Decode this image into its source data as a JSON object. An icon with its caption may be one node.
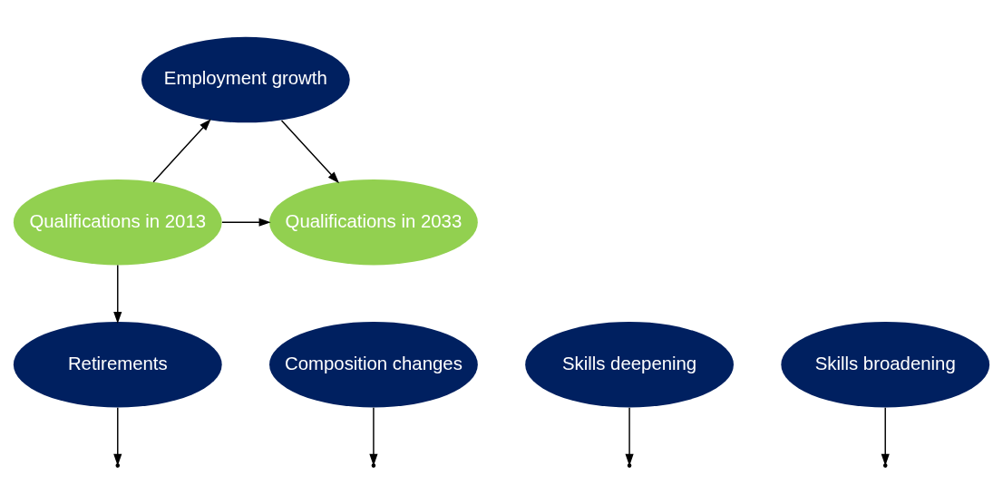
{
  "diagram": {
    "nodes": [
      {
        "text": [
          "Employment growth"
        ]
      },
      {
        "text": [
          "Qualifications in 2013"
        ]
      },
      {
        "text": [
          "Qualifications in 2033"
        ]
      },
      {
        "text": [
          "Retirements"
        ]
      },
      {
        "text": [
          "Composition changes"
        ]
      },
      {
        "text": [
          "Skills deepening"
        ]
      },
      {
        "text": [
          "Skills broadening"
        ]
      }
    ],
    "edges": [
      {
        "from": 1,
        "to": 0,
        "arrow": "to"
      },
      {
        "from": 0,
        "to": 2,
        "arrow": "to"
      },
      {
        "from": 1,
        "to": 3,
        "arrow": "to"
      },
      {
        "from": 1,
        "to": 2,
        "arrow": "to"
      },
      {
        "from": 3,
        "to": null,
        "arrow": "to"
      },
      {
        "from": 4,
        "to": null,
        "arrow": "to"
      },
      {
        "from": 5,
        "to": null,
        "arrow": "to"
      },
      {
        "from": 6,
        "to": null,
        "arrow": "to"
      }
    ]
  }
}
